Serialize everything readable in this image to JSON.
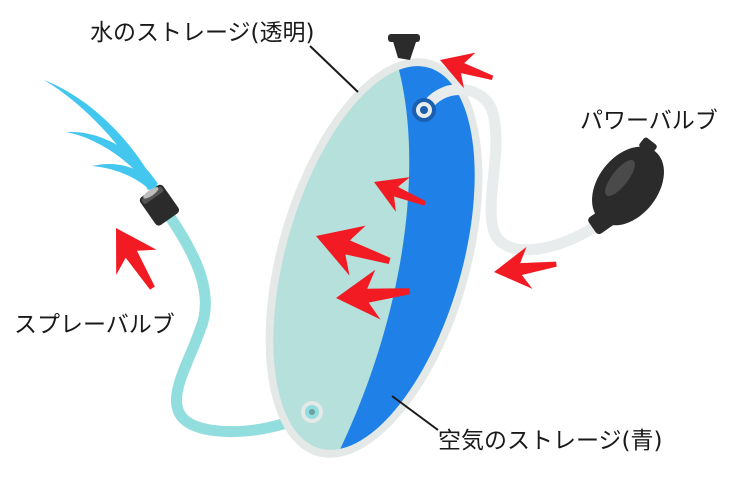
{
  "labels": {
    "water_storage": "水のストレージ(透明)",
    "power_bulb": "パワーバルブ",
    "spray_bulb": "スプレーバルブ",
    "air_storage": "空気のストレージ(青)"
  },
  "colors": {
    "water": "#b5e0dc",
    "bag_rim": "#e4e8e7",
    "air": "#1f80e8",
    "hose_air": "#e8ecec",
    "hose_water": "#92dede",
    "spray": "#43c7ee",
    "arrow": "#f21b23",
    "bulb": "#2b2b2b"
  },
  "icons": {
    "pump": "rubber-bulb-pump-icon",
    "nozzle": "spray-nozzle-icon",
    "flow_arrow": "red-flow-arrow-icon"
  }
}
